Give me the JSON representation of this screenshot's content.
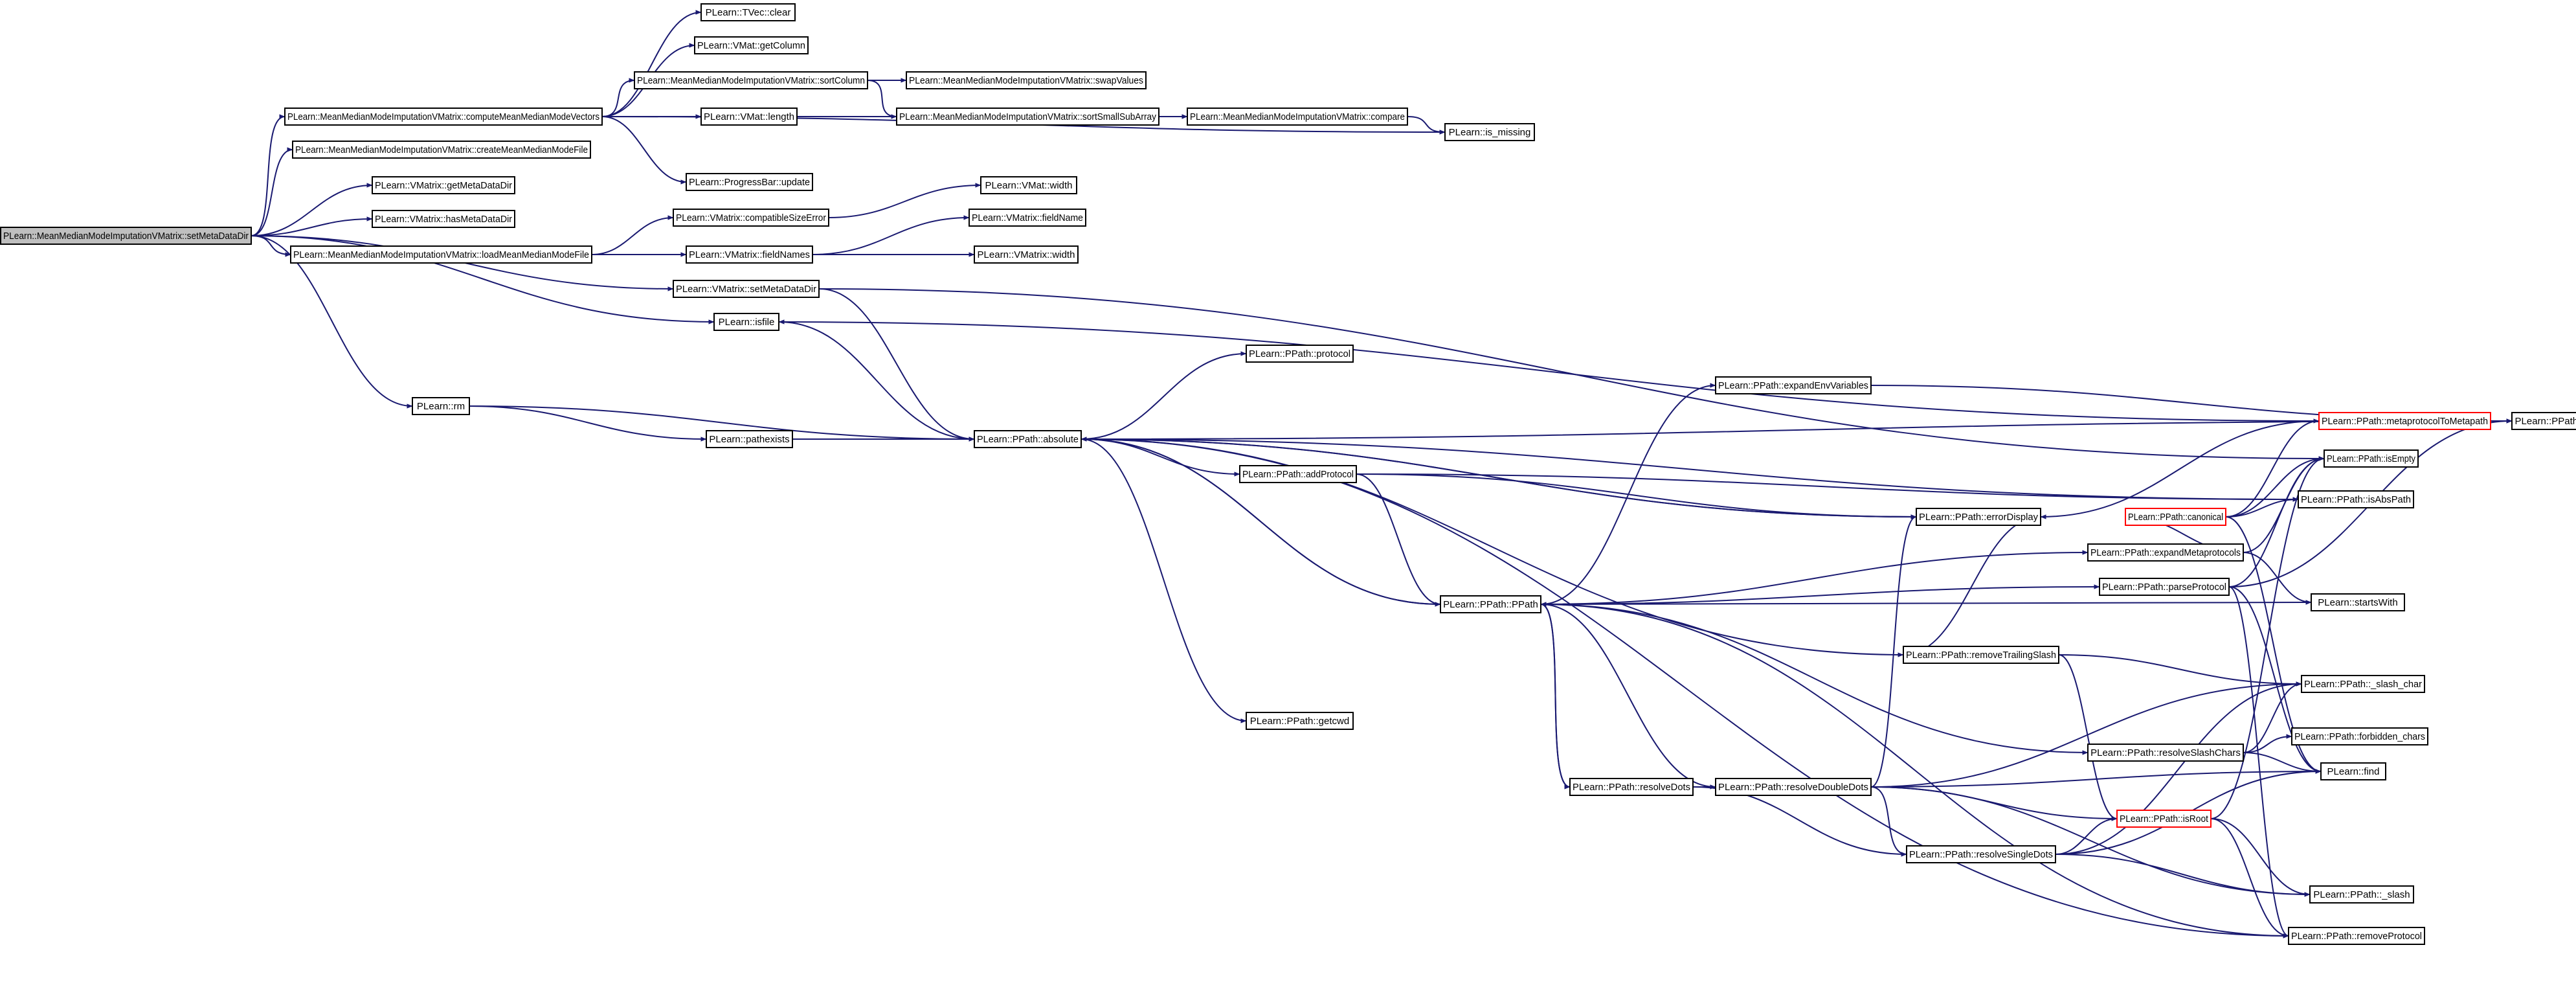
{
  "diagram": {
    "type": "call-graph",
    "edge_color": "#191970",
    "highlight_border_color": "#ff0000",
    "root_fill": "#bfbfbf",
    "nodes": [
      {
        "id": "root",
        "label": "PLearn::MeanMedianModeImputationVMatrix::setMetaDataDir",
        "style": "root"
      },
      {
        "id": "tvec_clear",
        "label": "PLearn::TVec::clear"
      },
      {
        "id": "vmat_getcolumn",
        "label": "PLearn::VMat::getColumn"
      },
      {
        "id": "sortcolumn",
        "label": "PLearn::MeanMedianModeImputationVMatrix::sortColumn"
      },
      {
        "id": "swapvalues",
        "label": "PLearn::MeanMedianModeImputationVMatrix::swapValues"
      },
      {
        "id": "computevectors",
        "label": "PLearn::MeanMedianModeImputationVMatrix::computeMeanMedianModeVectors"
      },
      {
        "id": "vmat_length",
        "label": "PLearn::VMat::length"
      },
      {
        "id": "sortsmallsubarray",
        "label": "PLearn::MeanMedianModeImputationVMatrix::sortSmallSubArray"
      },
      {
        "id": "compare",
        "label": "PLearn::MeanMedianModeImputationVMatrix::compare"
      },
      {
        "id": "is_missing",
        "label": "PLearn::is_missing"
      },
      {
        "id": "createfile",
        "label": "PLearn::MeanMedianModeImputationVMatrix::createMeanMedianModeFile"
      },
      {
        "id": "progressbar_update",
        "label": "PLearn::ProgressBar::update"
      },
      {
        "id": "getmetadatadir",
        "label": "PLearn::VMatrix::getMetaDataDir"
      },
      {
        "id": "vmat_width",
        "label": "PLearn::VMat::width"
      },
      {
        "id": "hasmetadatadir",
        "label": "PLearn::VMatrix::hasMetaDataDir"
      },
      {
        "id": "compatiblesizeerror",
        "label": "PLearn::VMatrix::compatibleSizeError"
      },
      {
        "id": "fieldname",
        "label": "PLearn::VMatrix::fieldName"
      },
      {
        "id": "loadfile",
        "label": "PLearn::MeanMedianModeImputationVMatrix::loadMeanMedianModeFile"
      },
      {
        "id": "fieldnames",
        "label": "PLearn::VMatrix::fieldNames"
      },
      {
        "id": "vmatrix_width",
        "label": "PLearn::VMatrix::width"
      },
      {
        "id": "vmatrix_setmetadatadir",
        "label": "PLearn::VMatrix::setMetaDataDir"
      },
      {
        "id": "isfile",
        "label": "PLearn::isfile"
      },
      {
        "id": "ppath_protocol",
        "label": "PLearn::PPath::protocol"
      },
      {
        "id": "expandenvvariables",
        "label": "PLearn::PPath::expandEnvVariables"
      },
      {
        "id": "rm",
        "label": "PLearn::rm"
      },
      {
        "id": "metaprotocoltometapath",
        "label": "PLearn::PPath::metaprotocolToMetapath",
        "style": "red"
      },
      {
        "id": "getenv",
        "label": "PLearn::PPath::getenv"
      },
      {
        "id": "pathexists",
        "label": "PLearn::pathexists"
      },
      {
        "id": "absolute",
        "label": "PLearn::PPath::absolute"
      },
      {
        "id": "isempty",
        "label": "PLearn::PPath::isEmpty"
      },
      {
        "id": "addprotocol",
        "label": "PLearn::PPath::addProtocol"
      },
      {
        "id": "isabspath",
        "label": "PLearn::PPath::isAbsPath"
      },
      {
        "id": "errordisplay",
        "label": "PLearn::PPath::errorDisplay"
      },
      {
        "id": "canonical",
        "label": "PLearn::PPath::canonical",
        "style": "red"
      },
      {
        "id": "expandmetaprotocols",
        "label": "PLearn::PPath::expandMetaprotocols"
      },
      {
        "id": "parseprotocol",
        "label": "PLearn::PPath::parseProtocol"
      },
      {
        "id": "ppath",
        "label": "PLearn::PPath::PPath"
      },
      {
        "id": "startswith",
        "label": "PLearn::startsWith"
      },
      {
        "id": "removetrailingslash",
        "label": "PLearn::PPath::removeTrailingSlash"
      },
      {
        "id": "slash_char",
        "label": "PLearn::PPath::_slash_char"
      },
      {
        "id": "getcwd",
        "label": "PLearn::PPath::getcwd"
      },
      {
        "id": "forbidden_chars",
        "label": "PLearn::PPath::forbidden_chars"
      },
      {
        "id": "resolveslashchars",
        "label": "PLearn::PPath::resolveSlashChars"
      },
      {
        "id": "resolvedots",
        "label": "PLearn::PPath::resolveDots"
      },
      {
        "id": "resolvedoubledots",
        "label": "PLearn::PPath::resolveDoubleDots"
      },
      {
        "id": "find",
        "label": "PLearn::find"
      },
      {
        "id": "isroot",
        "label": "PLearn::PPath::isRoot",
        "style": "red"
      },
      {
        "id": "resolvesingledots",
        "label": "PLearn::PPath::resolveSingleDots"
      },
      {
        "id": "slash",
        "label": "PLearn::PPath::_slash"
      },
      {
        "id": "removeprotocol",
        "label": "PLearn::PPath::removeProtocol"
      }
    ],
    "edges": [
      [
        "root",
        "computevectors"
      ],
      [
        "root",
        "createfile"
      ],
      [
        "root",
        "getmetadatadir"
      ],
      [
        "root",
        "hasmetadatadir"
      ],
      [
        "root",
        "loadfile"
      ],
      [
        "root",
        "vmatrix_setmetadatadir"
      ],
      [
        "root",
        "isfile"
      ],
      [
        "root",
        "rm"
      ],
      [
        "computevectors",
        "tvec_clear"
      ],
      [
        "computevectors",
        "vmat_getcolumn"
      ],
      [
        "computevectors",
        "sortcolumn"
      ],
      [
        "computevectors",
        "vmat_length"
      ],
      [
        "computevectors",
        "is_missing"
      ],
      [
        "computevectors",
        "progressbar_update"
      ],
      [
        "computevectors",
        "compare"
      ],
      [
        "sortcolumn",
        "swapvalues"
      ],
      [
        "sortcolumn",
        "sortsmallsubarray"
      ],
      [
        "sortsmallsubarray",
        "compare"
      ],
      [
        "compare",
        "is_missing"
      ],
      [
        "loadfile",
        "compatiblesizeerror"
      ],
      [
        "loadfile",
        "fieldnames"
      ],
      [
        "compatiblesizeerror",
        "vmat_width"
      ],
      [
        "fieldnames",
        "fieldname"
      ],
      [
        "fieldnames",
        "vmatrix_width"
      ],
      [
        "vmatrix_setmetadatadir",
        "absolute"
      ],
      [
        "vmatrix_setmetadatadir",
        "isempty"
      ],
      [
        "isfile",
        "absolute"
      ],
      [
        "metaprotocoltometapath",
        "isfile"
      ],
      [
        "rm",
        "pathexists"
      ],
      [
        "rm",
        "absolute"
      ],
      [
        "pathexists",
        "absolute"
      ],
      [
        "absolute",
        "ppath_protocol"
      ],
      [
        "absolute",
        "getenv"
      ],
      [
        "absolute",
        "addprotocol"
      ],
      [
        "absolute",
        "isabspath"
      ],
      [
        "absolute",
        "errordisplay"
      ],
      [
        "absolute",
        "ppath"
      ],
      [
        "absolute",
        "removetrailingslash"
      ],
      [
        "absolute",
        "getcwd"
      ],
      [
        "absolute",
        "removeprotocol"
      ],
      [
        "ppath",
        "absolute"
      ],
      [
        "errordisplay",
        "absolute"
      ],
      [
        "addprotocol",
        "isabspath"
      ],
      [
        "addprotocol",
        "errordisplay"
      ],
      [
        "addprotocol",
        "ppath"
      ],
      [
        "ppath",
        "expandenvvariables"
      ],
      [
        "ppath",
        "expandmetaprotocols"
      ],
      [
        "ppath",
        "parseprotocol"
      ],
      [
        "ppath",
        "startswith"
      ],
      [
        "ppath",
        "resolveslashchars"
      ],
      [
        "ppath",
        "resolvedots"
      ],
      [
        "expandenvvariables",
        "getenv"
      ],
      [
        "metaprotocoltometapath",
        "getenv"
      ],
      [
        "metaprotocoltometapath",
        "errordisplay"
      ],
      [
        "canonical",
        "isempty"
      ],
      [
        "canonical",
        "isabspath"
      ],
      [
        "canonical",
        "metaprotocoltometapath"
      ],
      [
        "canonical",
        "find"
      ],
      [
        "expandmetaprotocols",
        "canonical"
      ],
      [
        "expandmetaprotocols",
        "isempty"
      ],
      [
        "expandmetaprotocols",
        "startswith"
      ],
      [
        "parseprotocol",
        "isempty"
      ],
      [
        "parseprotocol",
        "getenv"
      ],
      [
        "parseprotocol",
        "find"
      ],
      [
        "parseprotocol",
        "removeprotocol"
      ],
      [
        "removetrailingslash",
        "errordisplay"
      ],
      [
        "removetrailingslash",
        "slash_char"
      ],
      [
        "removetrailingslash",
        "isroot"
      ],
      [
        "resolveslashchars",
        "slash_char"
      ],
      [
        "resolveslashchars",
        "forbidden_chars"
      ],
      [
        "resolveslashchars",
        "find"
      ],
      [
        "resolvedots",
        "resolvedoubledots"
      ],
      [
        "resolvedots",
        "resolvesingledots"
      ],
      [
        "resolvedots",
        "ppath"
      ],
      [
        "resolvedoubledots",
        "errordisplay"
      ],
      [
        "resolvedoubledots",
        "slash_char"
      ],
      [
        "resolvedoubledots",
        "find"
      ],
      [
        "resolvedoubledots",
        "isroot"
      ],
      [
        "resolvedoubledots",
        "resolvesingledots"
      ],
      [
        "resolvedoubledots",
        "slash"
      ],
      [
        "resolvedoubledots",
        "ppath"
      ],
      [
        "resolvesingledots",
        "isroot"
      ],
      [
        "resolvesingledots",
        "slash_char"
      ],
      [
        "resolvesingledots",
        "find"
      ],
      [
        "resolvesingledots",
        "slash"
      ],
      [
        "isroot",
        "isempty"
      ],
      [
        "isroot",
        "slash"
      ],
      [
        "isroot",
        "removeprotocol"
      ],
      [
        "removeprotocol",
        "ppath"
      ]
    ]
  }
}
